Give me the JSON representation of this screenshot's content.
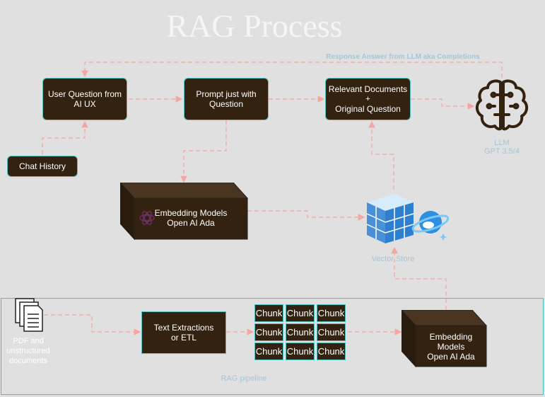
{
  "title": "RAG Process",
  "response_label": "Response Answer from LLM aka Completions",
  "nodes": {
    "user_question": "User Question from AI UX",
    "prompt": "Prompt just with Question",
    "relevant_docs_1": "Relevant Documents",
    "relevant_docs_plus": "+",
    "relevant_docs_2": "Original Question",
    "chat_history": "Chat History",
    "embedding_top_1": "Embedding Models",
    "embedding_top_2": "Open AI Ada",
    "vector_store": "Vector Store",
    "llm_1": "LLM",
    "llm_2": "GPT 3.5/4",
    "pdf_1": "PDF and",
    "pdf_2": "unstructured",
    "pdf_3": "documents",
    "text_extract_1": "Text Extractions",
    "text_extract_2": "or ETL",
    "embedding_bottom_1": "Embedding",
    "embedding_bottom_2": "Models",
    "embedding_bottom_3": "Open AI Ada",
    "pipeline_label": "RAG pipeline"
  },
  "chunks": [
    "Chunk",
    "Chunk",
    "Chunk",
    "Chunk",
    "Chunk",
    "Chunk",
    "Chunk",
    "Chunk",
    "Chunk"
  ],
  "colors": {
    "background": "#e0e0e0",
    "box_fill": "#33220f",
    "box_border": "#4dbfbf",
    "arrow": "#f4a6a0",
    "faint_text": "#a9c4d4"
  }
}
